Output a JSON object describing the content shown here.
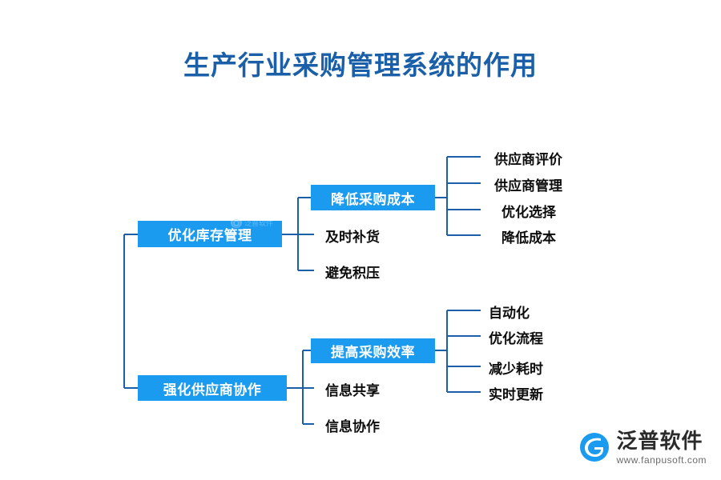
{
  "title": "生产行业采购管理系统的作用",
  "theme": {
    "title_color": "#1a5fa8",
    "node_fill": "#1b9bf0",
    "node_text": "#ffffff",
    "leaf_text": "#0d0d0d",
    "connector_color": "#1a5fa8"
  },
  "diagram": {
    "type": "mind-map",
    "branches": [
      {
        "id": "branch-inventory",
        "label": "优化库存管理",
        "children": [
          {
            "label": "降低采购成本",
            "boxed": true,
            "children": [
              {
                "label": "供应商评价"
              },
              {
                "label": "供应商管理"
              },
              {
                "label": "优化选择"
              },
              {
                "label": "降低成本"
              }
            ]
          },
          {
            "label": "及时补货",
            "boxed": false,
            "children": []
          },
          {
            "label": "避免积压",
            "boxed": false,
            "children": []
          }
        ]
      },
      {
        "id": "branch-supplier",
        "label": "强化供应商协作",
        "children": [
          {
            "label": "提高采购效率",
            "boxed": true,
            "children": [
              {
                "label": "自动化"
              },
              {
                "label": "优化流程"
              },
              {
                "label": "减少耗时"
              },
              {
                "label": "实时更新"
              }
            ]
          },
          {
            "label": "信息共享",
            "boxed": false,
            "children": []
          },
          {
            "label": "信息协作",
            "boxed": false,
            "children": []
          }
        ]
      }
    ]
  },
  "watermark": {
    "text": "泛普软件"
  },
  "logo": {
    "name": "泛普软件",
    "url": "www.fanpusoft.com"
  }
}
